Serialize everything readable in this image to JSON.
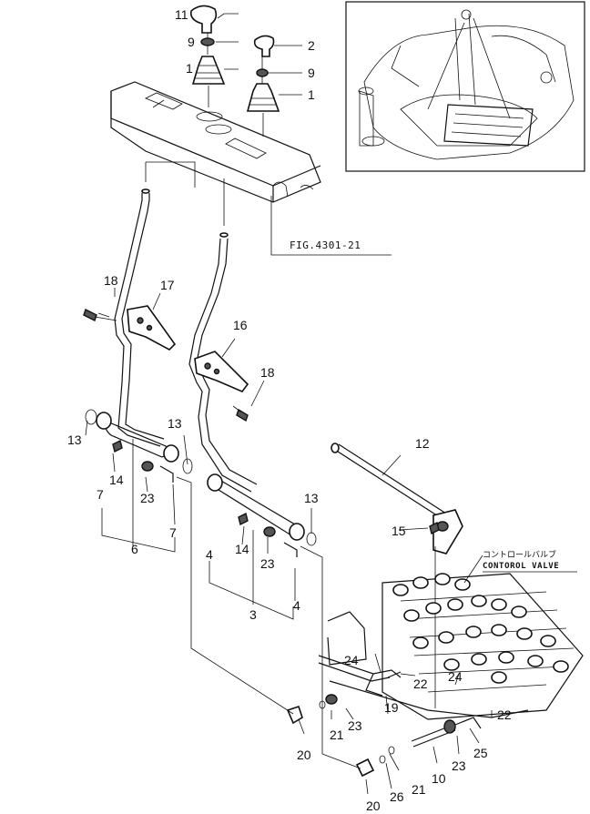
{
  "figure_reference": "FIG.4301-21",
  "control_valve": {
    "japanese": "コントロールバルブ",
    "english": "CONTOROL VALVE"
  },
  "part_numbers": {
    "p11": "11",
    "p9a": "9",
    "p1a": "1",
    "p2": "2",
    "p9b": "9",
    "p1b": "1",
    "p18a": "18",
    "p17": "17",
    "p16": "16",
    "p18b": "18",
    "p13a": "13",
    "p14a": "14",
    "p7a": "7",
    "p23a": "23",
    "p6": "6",
    "p7b": "7",
    "p13b": "13",
    "p14b": "14",
    "p23b": "23",
    "p4a": "4",
    "p4b": "4",
    "p3": "3",
    "p13c": "13",
    "p12": "12",
    "p15": "15",
    "p24a": "24",
    "p22a": "22",
    "p24b": "24",
    "p19": "19",
    "p22b": "22",
    "p20a": "20",
    "p21a": "21",
    "p23c": "23",
    "p10": "10",
    "p23d": "23",
    "p25": "25",
    "p20b": "20",
    "p26": "26",
    "p21b": "21"
  }
}
